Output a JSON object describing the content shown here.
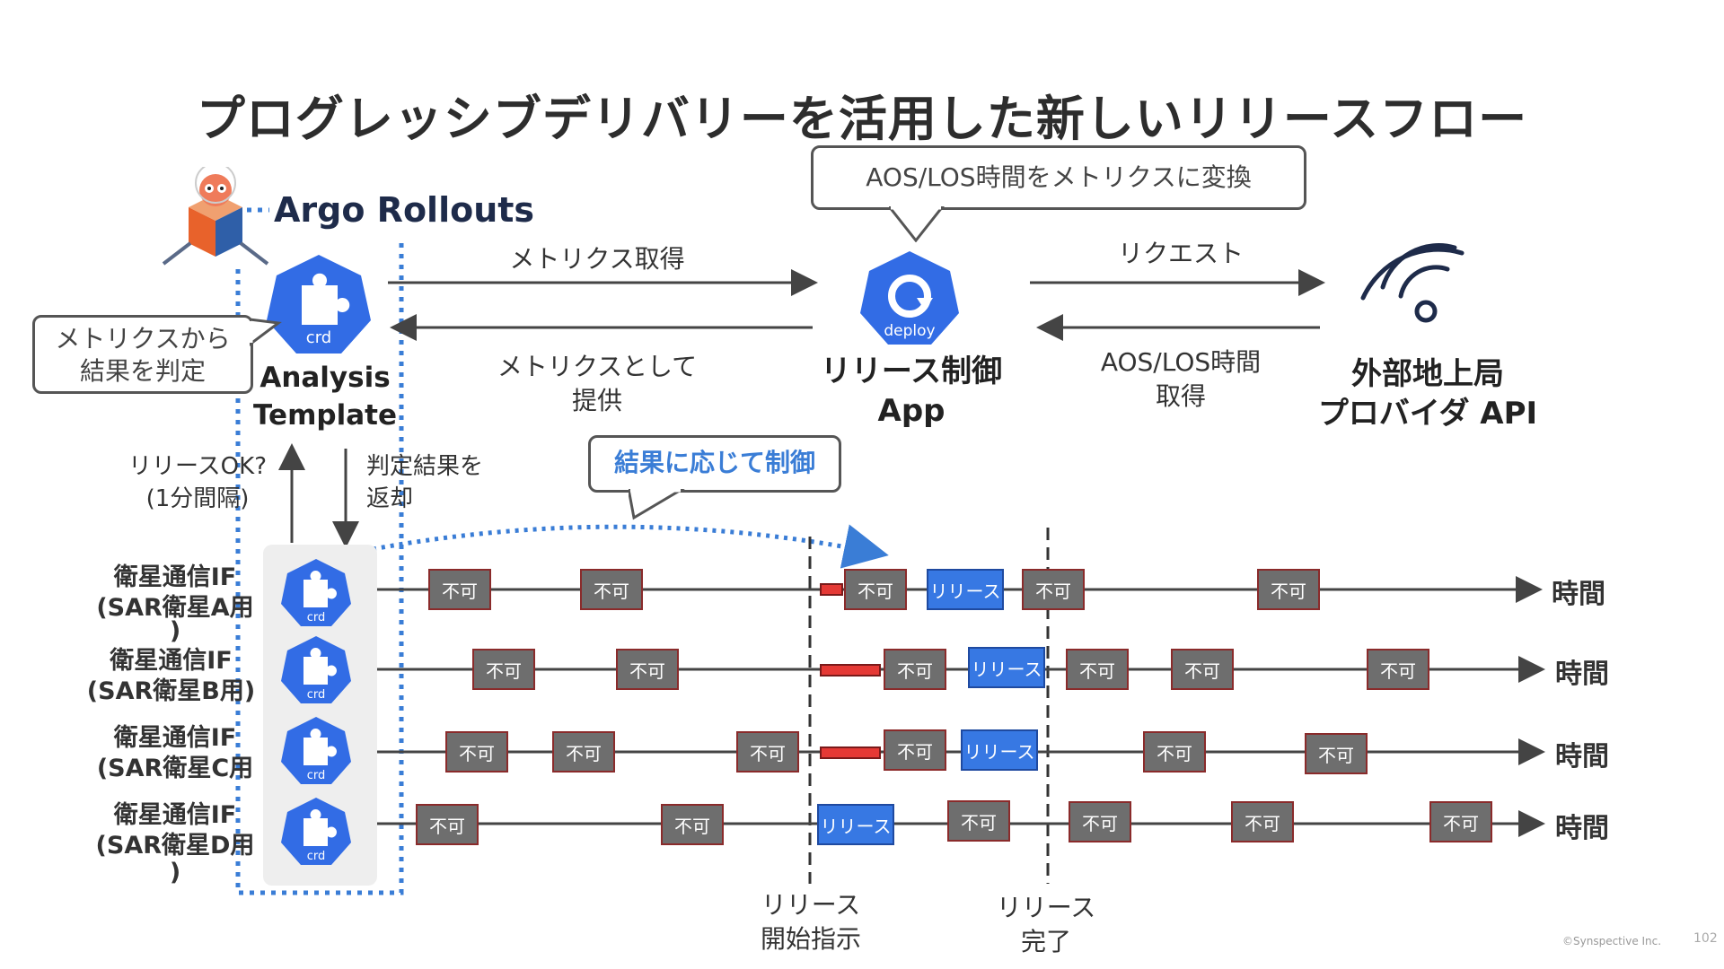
{
  "title": "プログレッシブデリバリーを活用した新しいリリースフロー",
  "argo": {
    "label": "Argo Rollouts"
  },
  "analysis": {
    "icon_text": "crd",
    "line1": "Analysis",
    "line2": "Template"
  },
  "deploy": {
    "icon_text": "deploy",
    "line1": "リリース制御",
    "line2": "App"
  },
  "provider": {
    "line1": "外部地上局",
    "line2": "プロバイダ API"
  },
  "callouts": {
    "aos_convert": "AOS/LOS時間をメトリクスに変換",
    "judge_line1": "メトリクスから",
    "judge_line2": "結果を判定",
    "control": "結果に応じて制御"
  },
  "arrows": {
    "get_metrics": "メトリクス取得",
    "provide_line1": "メトリクスとして",
    "provide_line2": "提供",
    "request": "リクエスト",
    "aos_get_line1": "AOS/LOS時間",
    "aos_get_line2": "取得",
    "release_ok_line1": "リリースOK?",
    "release_ok_line2": "(1分間隔)",
    "return_line1": "判定結果を",
    "return_line2": "返却"
  },
  "satellites": [
    {
      "line1": "衛星通信IF",
      "line2": "(SAR衛星A用",
      "line3": ")",
      "icon_text": "crd",
      "time_label": "時間"
    },
    {
      "line1": "衛星通信IF",
      "line2": "(SAR衛星B用)",
      "line3": "",
      "icon_text": "crd",
      "time_label": "時間"
    },
    {
      "line1": "衛星通信IF",
      "line2": "(SAR衛星C用",
      "line3": "",
      "icon_text": "crd",
      "time_label": "時間"
    },
    {
      "line1": "衛星通信IF",
      "line2": "(SAR衛星D用",
      "line3": ")",
      "icon_text": "crd",
      "time_label": "時間"
    }
  ],
  "box_labels": {
    "ng": "不可",
    "release": "リリース"
  },
  "markers": {
    "start_line1": "リリース",
    "start_line2": "開始指示",
    "end_line1": "リリース",
    "end_line2": "完了"
  },
  "footer": {
    "copyright": "©Synspective Inc.",
    "page": "102"
  },
  "colors": {
    "accent_blue": "#3a7dd6",
    "k8s_blue": "#326ce5",
    "release_box": "#3778e3",
    "ng_box": "#6e6e6e",
    "red_bar": "#e53935"
  }
}
